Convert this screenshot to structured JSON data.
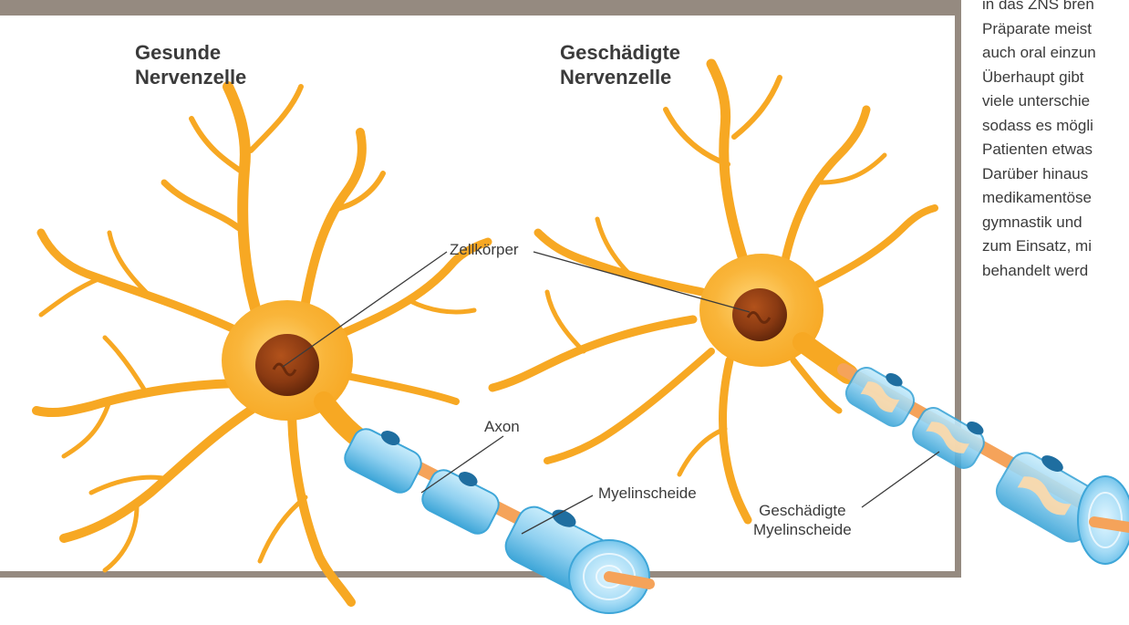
{
  "panels": {
    "left_title": "Gesunde\nNervenzelle",
    "right_title": "Geschädigte\nNervenzelle"
  },
  "labels": {
    "cell_body": "Zellkörper",
    "axon": "Axon",
    "myelin": "Myelinscheide",
    "damaged_myelin": "Geschädigte\nMyelinscheide"
  },
  "side_text": [
    "in das ZNS bren",
    "Präparate meist",
    "auch oral einzun",
    "Überhaupt gibt",
    "viele unterschie",
    "sodass es mögli",
    "Patienten etwas",
    "Darüber hinaus",
    "medikamentöse",
    "gymnastik und",
    "zum Einsatz, mi",
    "behandelt werd"
  ],
  "colors": {
    "frame": "#958a80",
    "neuron": "#f7a823",
    "neuron_light": "#ffd77a",
    "nucleus": "#8a3a12",
    "myelin": "#8fd0f0",
    "myelin_dark": "#3ea6d8",
    "schwann_nucleus": "#1f6ea0",
    "axon_core": "#f5a35a",
    "text": "#3b3b3b"
  }
}
